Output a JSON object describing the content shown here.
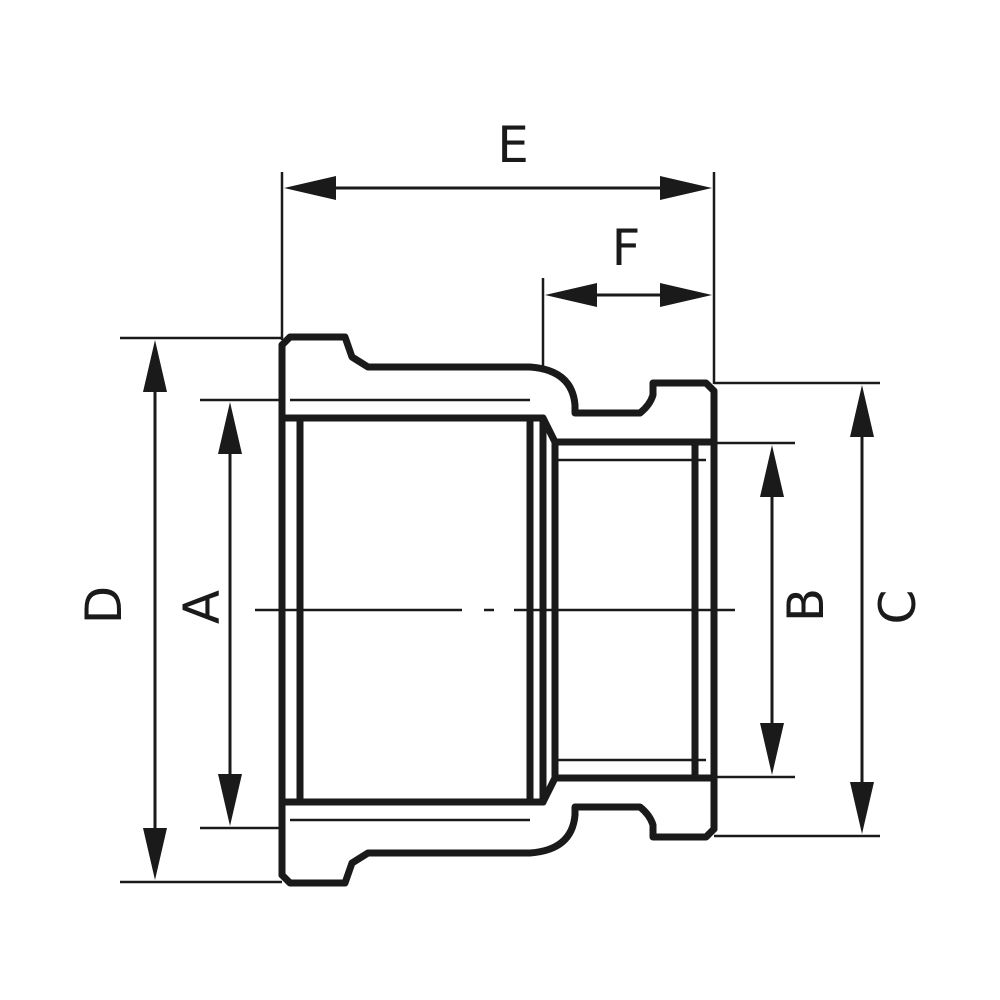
{
  "colors": {
    "ink": "#1a1a1a",
    "background": "#ffffff"
  },
  "labels": {
    "E": "E",
    "F": "F",
    "D": "D",
    "A": "A",
    "B": "B",
    "C": "C"
  }
}
